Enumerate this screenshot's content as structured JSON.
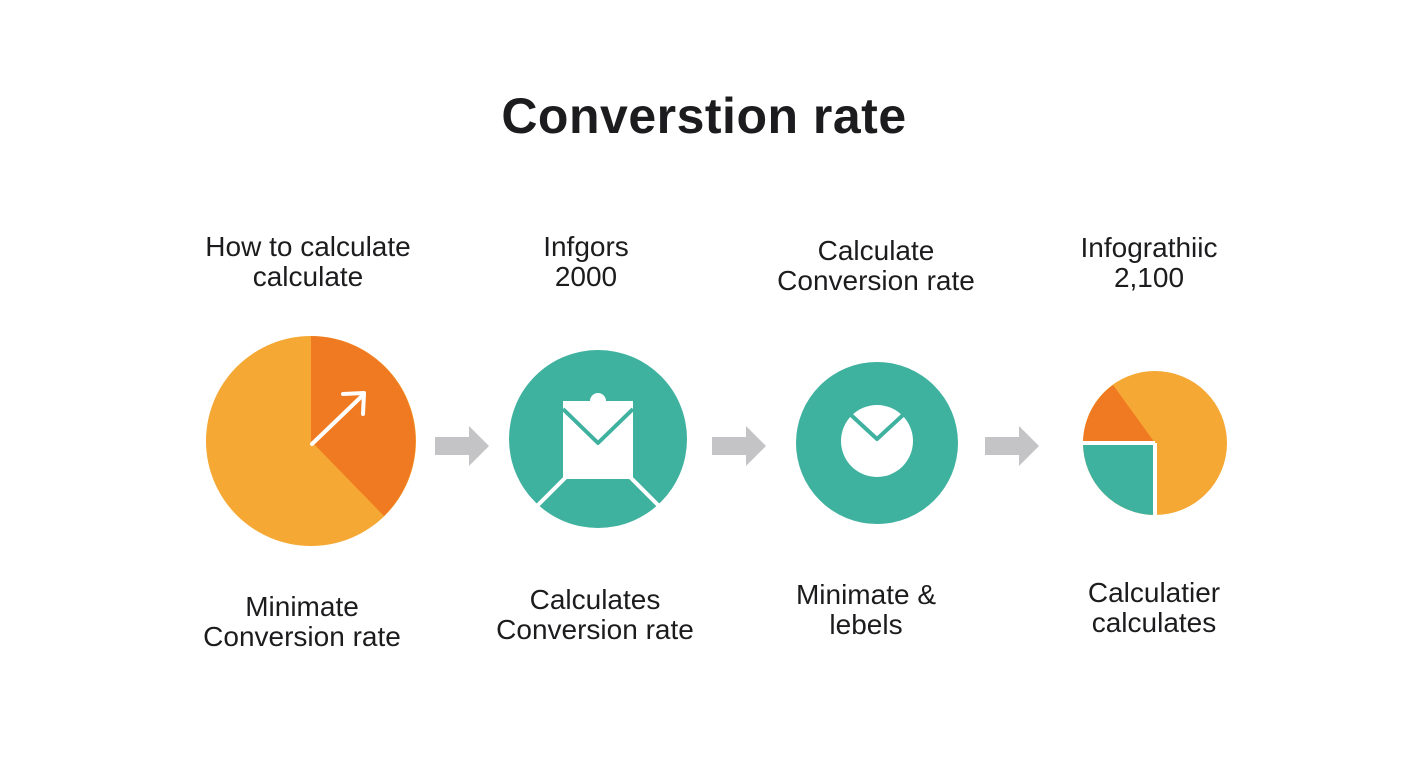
{
  "title": "Converstion rate",
  "colors": {
    "orange": "#F5A833",
    "dark_orange": "#F07A22",
    "teal": "#3FB19F",
    "arrow": "#C4C4C6",
    "text": "#1C1C1E"
  },
  "steps": [
    {
      "top_label": [
        "How to calculate",
        "calculate"
      ],
      "icon": "pie-chart-growth-icon",
      "bottom_label": [
        "Minimate",
        "Conversion rate"
      ]
    },
    {
      "top_label": [
        "Infgors",
        "2000"
      ],
      "icon": "envelope-bag-icon",
      "bottom_label": [
        "Calculates",
        "Conversion rate"
      ]
    },
    {
      "top_label": [
        "Calculate",
        "Conversion rate"
      ],
      "icon": "envelope-circle-icon",
      "bottom_label": [
        "Minimate &",
        "lebels"
      ]
    },
    {
      "top_label": [
        "Infograthiic",
        "2,100"
      ],
      "icon": "pie-chart-quadrant-icon",
      "bottom_label": [
        "Calculatier",
        "calculates"
      ]
    }
  ],
  "arrows": [
    "arrow-right-icon",
    "arrow-right-icon",
    "arrow-right-icon"
  ]
}
